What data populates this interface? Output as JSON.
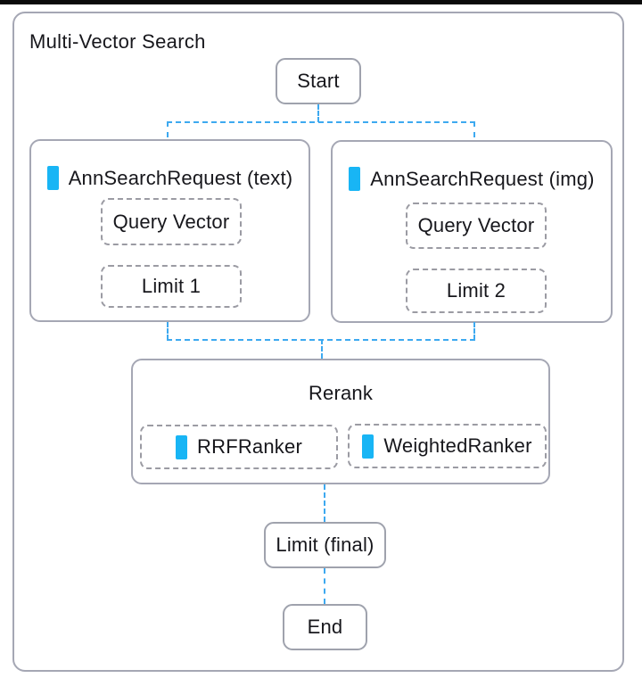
{
  "title": "Multi-Vector Search",
  "nodes": {
    "start": {
      "label": "Start"
    },
    "ann_text": {
      "label": "AnnSearchRequest (text)",
      "query_vector": "Query Vector",
      "limit": "Limit 1"
    },
    "ann_img": {
      "label": "AnnSearchRequest (img)",
      "query_vector": "Query Vector",
      "limit": "Limit 2"
    },
    "rerank": {
      "label": "Rerank",
      "rrf": "RRFRanker",
      "weighted": "WeightedRanker"
    },
    "limit_final": {
      "label": "Limit (final)"
    },
    "end": {
      "label": "End"
    }
  },
  "colors": {
    "accent": "#18b5f5",
    "connector": "#3da9f0",
    "node_border": "#9fa2ad",
    "frame_border": "#a5a7b4",
    "dashed_border": "#9b9ba3",
    "text": "#17171c",
    "top_bar": "#0a0a0a"
  }
}
